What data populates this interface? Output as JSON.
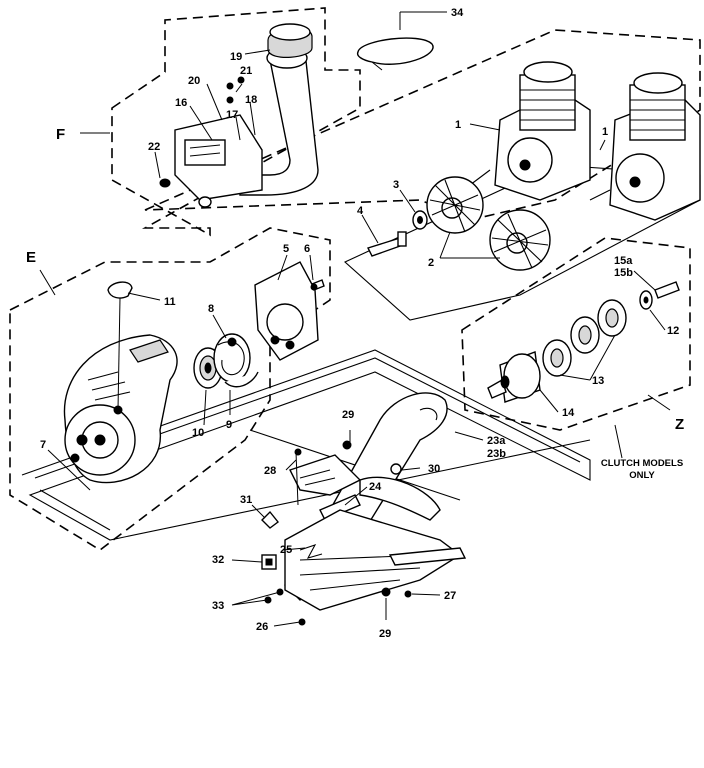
{
  "labels": {
    "p1a": "1",
    "p1b": "1",
    "p2": "2",
    "p3": "3",
    "p4": "4",
    "p5": "5",
    "p6": "6",
    "p7": "7",
    "p8": "8",
    "p9": "9",
    "p10": "10",
    "p11": "11",
    "p12": "12",
    "p13": "13",
    "p14": "14",
    "p15a": "15a",
    "p15b": "15b",
    "p16": "16",
    "p17": "17",
    "p18": "18",
    "p19": "19",
    "p20": "20",
    "p21": "21",
    "p22": "22",
    "p23a": "23a",
    "p23b": "23b",
    "p24": "24",
    "p25": "25",
    "p26": "26",
    "p27": "27",
    "p28": "28",
    "p29a": "29",
    "p29b": "29",
    "p30": "30",
    "p31": "31",
    "p32": "32",
    "p33": "33",
    "p34": "34"
  },
  "group_letters": {
    "e": "E",
    "f": "F",
    "z": "Z"
  },
  "note": {
    "line1": "CLUTCH MODELS",
    "line2": "ONLY"
  }
}
